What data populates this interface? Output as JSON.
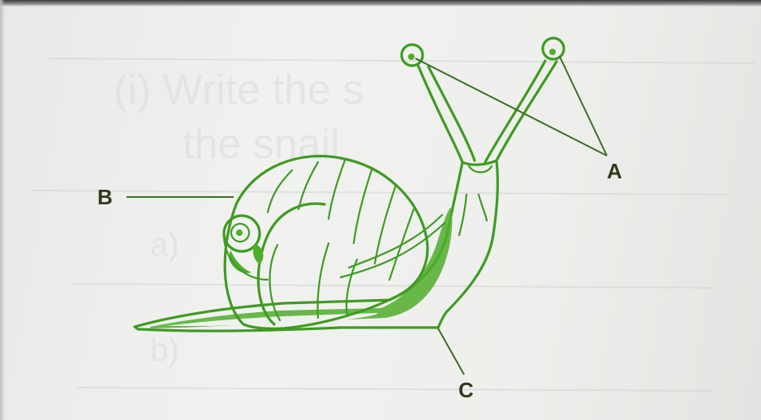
{
  "diagram": {
    "labels": {
      "a": "A",
      "b": "B",
      "c": "C"
    },
    "background_text": {
      "line1": "(i)  Write the s",
      "line2": "the snail",
      "item_a": "a)",
      "item_b": "b)"
    },
    "colors": {
      "ink": "#3f9b23",
      "label": "#2f3a1c",
      "paper": "#eeefec"
    }
  }
}
